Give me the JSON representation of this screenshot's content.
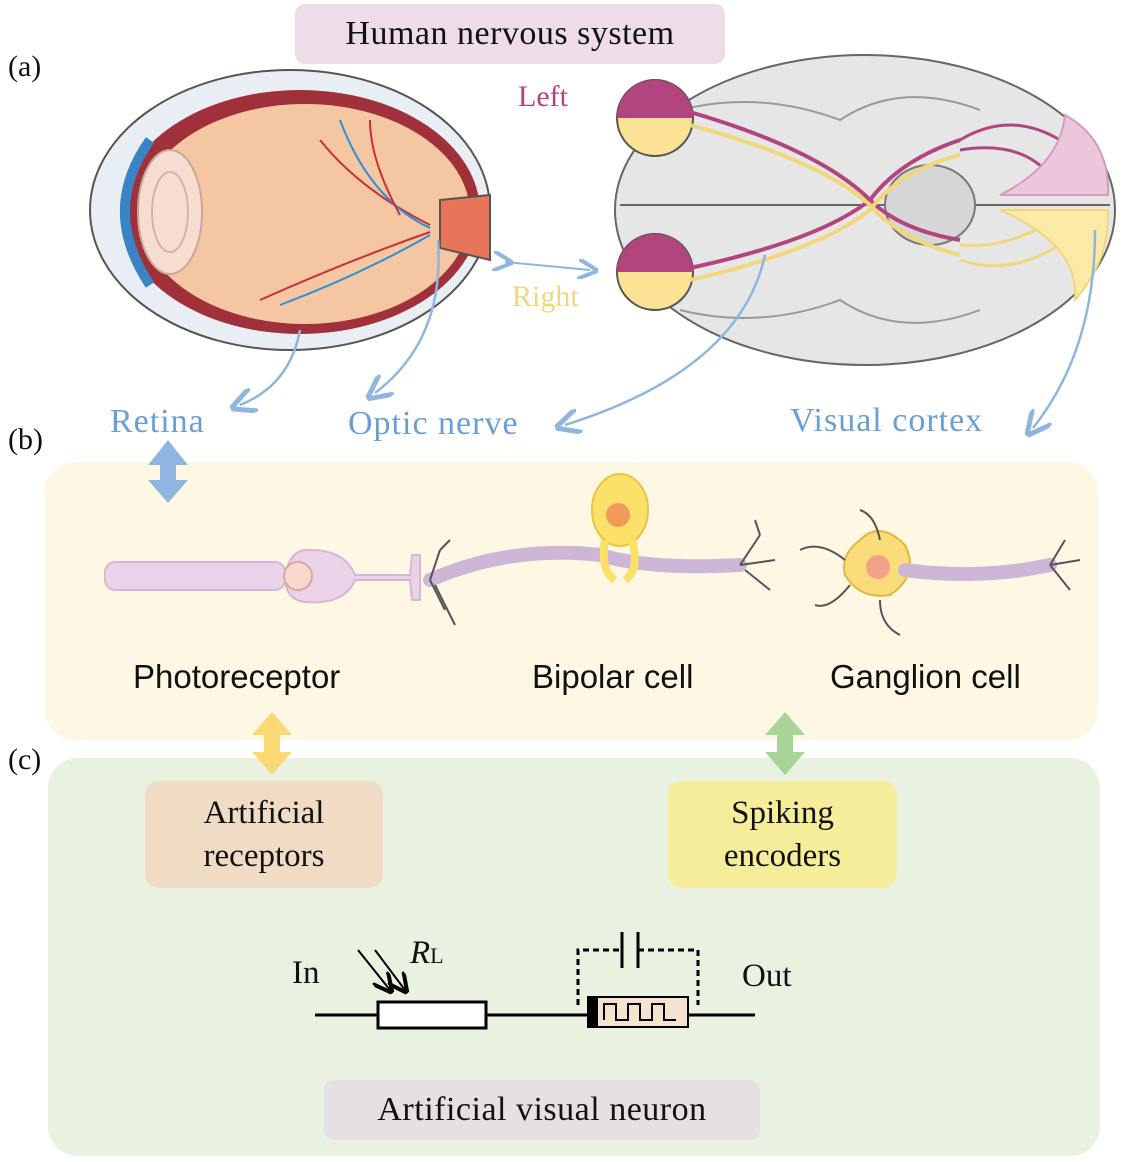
{
  "panels": {
    "a": "(a)",
    "b": "(b)",
    "c": "(c)"
  },
  "title": "Human nervous system",
  "brain": {
    "left": "Left",
    "right": "Right"
  },
  "labels": {
    "retina": "Retina",
    "optic_nerve": "Optic nerve",
    "visual_cortex": "Visual cortex"
  },
  "cells": {
    "photoreceptor": "Photoreceptor",
    "bipolar": "Bipolar cell",
    "ganglion": "Ganglion cell"
  },
  "boxes": {
    "receptors": "Artificial receptors",
    "encoders": "Spiking encoders",
    "neuron": "Artificial visual neuron"
  },
  "circuit": {
    "in": "In",
    "out": "Out",
    "rl_main": "R",
    "rl_sub": "L"
  },
  "colors": {
    "left_tract": "#b2447e",
    "right_tract": "#f1d67a",
    "callout_blue": "#6a9fd4",
    "panel_b_bg": "#fdf7e3",
    "panel_c_bg": "#e9f1e0"
  }
}
